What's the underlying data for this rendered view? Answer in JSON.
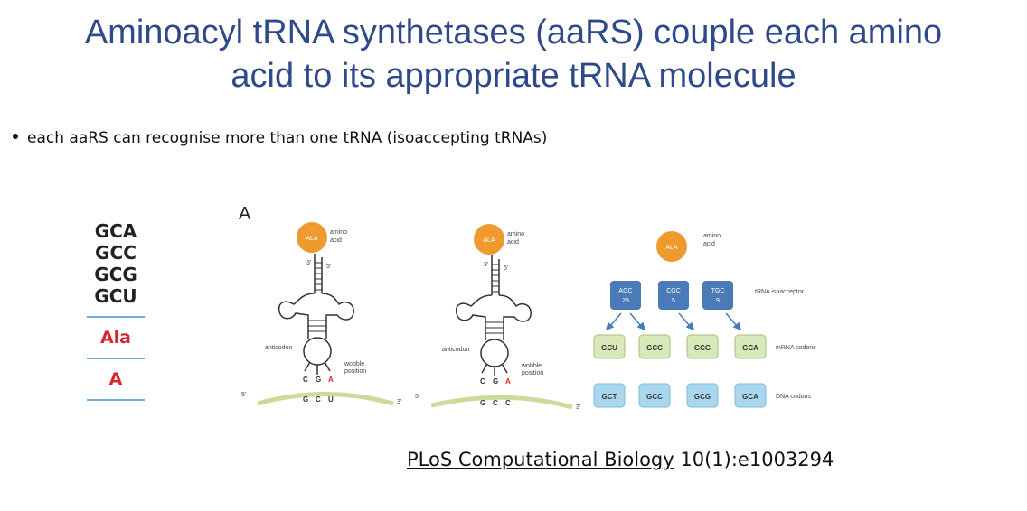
{
  "title": {
    "line1": "Aminoacyl tRNA synthetases (aaRS) couple each amino",
    "line2": "acid to its appropriate tRNA molecule"
  },
  "bullet": "each aaRS can recognise  more than one tRNA (isoaccepting tRNAs)",
  "codon_list": {
    "codons": [
      "GCA",
      "GCC",
      "GCG",
      "GCU"
    ],
    "amino_acid": "Ala",
    "letter": "A"
  },
  "figure": {
    "panel_label": "A",
    "trna1": {
      "aa_label": "ALA",
      "amino_acid_label_1": "amino",
      "amino_acid_label_2": "acid",
      "end3": "3'",
      "end5": "5'",
      "anticodon_label": "anticodon",
      "wobble_label_1": "wobble",
      "wobble_label_2": "position",
      "anticodon_bases": [
        "C",
        "G",
        "A"
      ],
      "mrna_bases": [
        "G",
        "C",
        "U"
      ],
      "mrna_5": "5'",
      "mrna_3": "3'"
    },
    "trna2": {
      "aa_label": "ALA",
      "amino_acid_label_1": "amino",
      "amino_acid_label_2": "acid",
      "end3": "3'",
      "end5": "5'",
      "anticodon_label": "anticodon",
      "wobble_label_1": "wobble",
      "wobble_label_2": "position",
      "anticodon_bases": [
        "C",
        "G",
        "A"
      ],
      "mrna_bases": [
        "G",
        "C",
        "C"
      ],
      "mrna_5": "5'",
      "mrna_3": "3'"
    },
    "isoacceptor": {
      "aa_label": "ALA",
      "amino_acid_label_1": "amino",
      "amino_acid_label_2": "acid",
      "trnas": [
        {
          "anticodon": "AGC",
          "count": "29"
        },
        {
          "anticodon": "CGC",
          "count": "5"
        },
        {
          "anticodon": "TGC",
          "count": "9"
        }
      ],
      "trna_label": "tRNA isoacceptor",
      "mrna_codons": [
        "GCU",
        "GCC",
        "GCG",
        "GCA"
      ],
      "mrna_label": "mRNA codons",
      "dna_codons": [
        "GCT",
        "GCC",
        "GCG",
        "GCA"
      ],
      "dna_label": "DNA codons"
    }
  },
  "citation": {
    "journal": "PLoS Computational Biology",
    "ref": " 10(1):e1003294"
  },
  "colors": {
    "title": "#2e4a8a",
    "amino_acid_ball": "#ef9a2e",
    "trna_box": "#4a7ab8",
    "mrna_box": "#d9e8b8",
    "dna_box": "#a9d8ee",
    "mrna_strand": "#c9dc9a",
    "rule": "#6aaee0",
    "red": "#d9262b"
  }
}
